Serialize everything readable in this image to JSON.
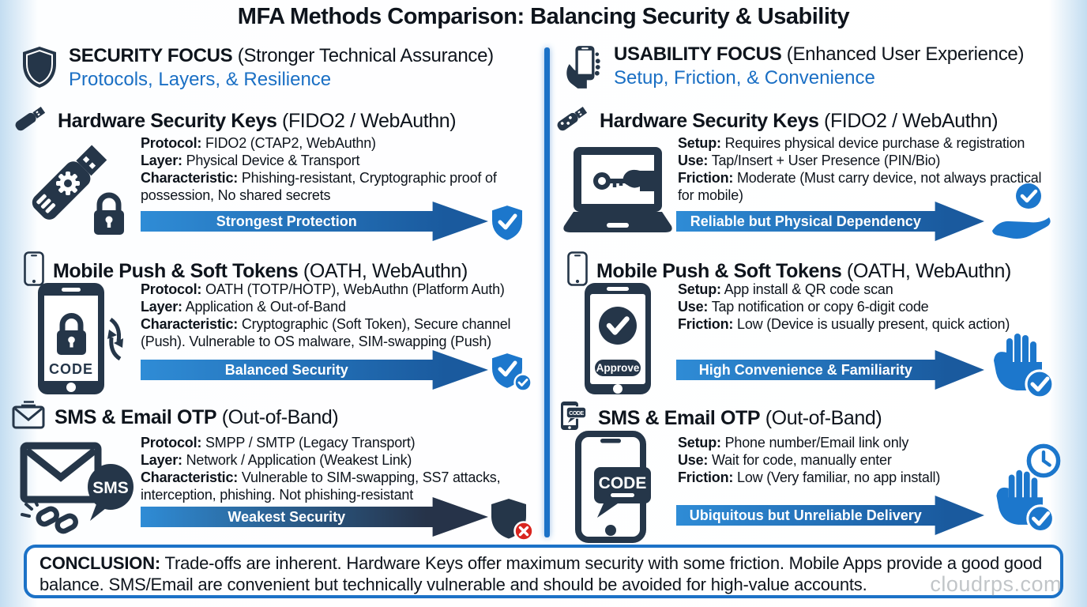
{
  "title": "MFA Methods Comparison: Balancing Security & Usability",
  "left": {
    "header": {
      "title": "SECURITY FOCUS",
      "title_note": " (Stronger Technical Assurance)",
      "subtitle": "Protocols, Layers, & Resilience"
    },
    "sections": [
      {
        "name": "Hardware Security Keys",
        "note": " (FIDO2 / WebAuthn)",
        "rows": [
          {
            "label": "Protocol:",
            "value": " FIDO2 (CTAP2, WebAuthn)"
          },
          {
            "label": "Layer:",
            "value": " Physical Device & Transport"
          },
          {
            "label": "Characteristic:",
            "value": " Phishing-resistant, Cryptographic proof of possession, No shared secrets"
          }
        ],
        "banner": "Strongest Protection"
      },
      {
        "name": "Mobile Push & Soft Tokens",
        "note": " (OATH, WebAuthn)",
        "rows": [
          {
            "label": "Protocol:",
            "value": " OATH (TOTP/HOTP), WebAuthn (Platform Auth)"
          },
          {
            "label": "Layer:",
            "value": " Application & Out-of-Band"
          },
          {
            "label": "Characteristic:",
            "value": " Cryptographic (Soft Token), Secure channel (Push). Vulnerable to OS malware, SIM-swapping (Push)"
          }
        ],
        "banner": "Balanced Security"
      },
      {
        "name": "SMS & Email OTP",
        "note": " (Out-of-Band)",
        "rows": [
          {
            "label": "Protocol:",
            "value": " SMPP / SMTP (Legacy Transport)"
          },
          {
            "label": "Layer:",
            "value": " Network / Application (Weakest Link)"
          },
          {
            "label": "Characteristic:",
            "value": " Vulnerable to SIM-swapping, SS7 attacks, interception, phishing. Not phishing-resistant"
          }
        ],
        "banner": "Weakest Security"
      }
    ]
  },
  "right": {
    "header": {
      "title": "USABILITY FOCUS",
      "title_note": " (Enhanced User Experience)",
      "subtitle": "Setup, Friction, & Convenience"
    },
    "sections": [
      {
        "name": "Hardware Security Keys",
        "note": " (FIDO2 / WebAuthn)",
        "rows": [
          {
            "label": "Setup:",
            "value": " Requires physical device purchase & registration"
          },
          {
            "label": "Use:",
            "value": " Tap/Insert + User Presence (PIN/Bio)"
          },
          {
            "label": "Friction:",
            "value": " Moderate (Must carry device, not always practical for mobile)"
          }
        ],
        "banner": "Reliable but Physical Dependency"
      },
      {
        "name": "Mobile Push & Soft Tokens",
        "note": " (OATH, WebAuthn)",
        "rows": [
          {
            "label": "Setup:",
            "value": " App install & QR code scan"
          },
          {
            "label": "Use:",
            "value": " Tap notification or copy 6-digit code"
          },
          {
            "label": "Friction:",
            "value": " Low (Device is usually present, quick action)"
          }
        ],
        "banner": "High Convenience & Familiarity"
      },
      {
        "name": "SMS & Email OTP",
        "note": " (Out-of-Band)",
        "rows": [
          {
            "label": "Setup:",
            "value": " Phone number/Email link only"
          },
          {
            "label": "Use:",
            "value": " Wait for code, manually enter"
          },
          {
            "label": "Friction:",
            "value": " Low (Very familiar, no app install)"
          }
        ],
        "banner": "Ubiquitous but Unreliable Delivery"
      }
    ]
  },
  "conclusion": {
    "label": "CONCLUSION:",
    "text": " Trade-offs are inherent. Hardware Keys offer maximum security with some friction. Mobile Apps provide a good good balance. SMS/Email are convenient but technically vulnerable and should be avoided for high-value accounts."
  },
  "watermark": "cloudrps.com",
  "icon_labels": {
    "code": "CODE",
    "sms": "SMS",
    "approve": "Approve",
    "code_small": "CODE"
  },
  "colors": {
    "navy": "#253649",
    "accent_blue": "#1c72c7",
    "banner_start": "#2f8cd6",
    "banner_end": "#1a5a9e",
    "banner_dark_end": "#263349",
    "link_blue": "#1a6fc4",
    "danger_red": "#d9251f"
  }
}
